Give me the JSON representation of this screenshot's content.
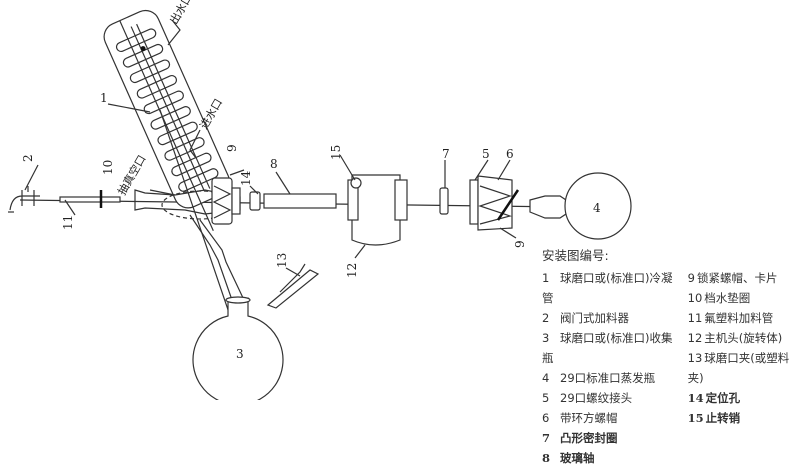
{
  "diagram": {
    "labels": {
      "water_out": "出水口",
      "water_in": "进水口",
      "vacuum_port": "抽真空口"
    },
    "callouts": [
      "1",
      "2",
      "3",
      "4",
      "5",
      "6",
      "7",
      "8",
      "9",
      "10",
      "11",
      "12",
      "13",
      "14",
      "15"
    ]
  },
  "legend": {
    "title": "安装图编号:",
    "items": [
      {
        "num": "1",
        "text": "球磨口或(标准口)冷凝管"
      },
      {
        "num": "2",
        "text": "阀门式加料器"
      },
      {
        "num": "3",
        "text": "球磨口或(标准口)收集瓶"
      },
      {
        "num": "4",
        "text": "29口标准口蒸发瓶"
      },
      {
        "num": "5",
        "text": "29口螺纹接头"
      },
      {
        "num": "6",
        "text": "带环方螺帽"
      },
      {
        "num": "7",
        "text": "凸形密封圈"
      },
      {
        "num": "8",
        "text": "玻璃轴"
      },
      {
        "num": "9",
        "text": "锁紧螺帽、卡片"
      },
      {
        "num": "10",
        "text": "档水垫圈"
      },
      {
        "num": "11",
        "text": "氟塑料加料管"
      },
      {
        "num": "12",
        "text": "主机头(旋转体)"
      },
      {
        "num": "13",
        "text": "球磨口夹(或塑料夹)"
      },
      {
        "num": "14",
        "text": "定位孔"
      },
      {
        "num": "15",
        "text": "止转销"
      }
    ]
  }
}
